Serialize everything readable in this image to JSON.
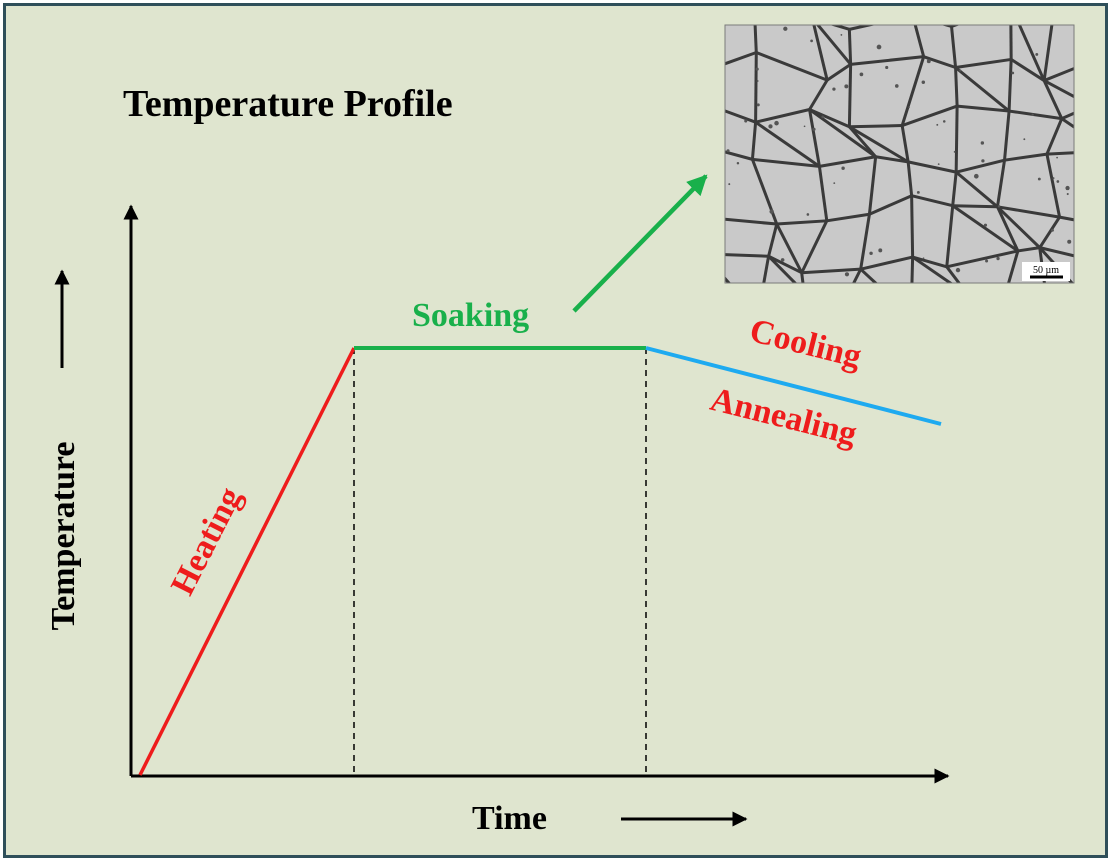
{
  "title": "Temperature Profile",
  "axes": {
    "x_label": "Time",
    "y_label": "Temperature"
  },
  "stages": {
    "heating": "Heating",
    "soaking": "Soaking",
    "cooling": "Cooling",
    "annealing": "Annealing"
  },
  "micrograph": {
    "scale_bar": "50 µm"
  },
  "colors": {
    "background": "#dfe5cf",
    "border": "#2f4f5a",
    "heating": "#ee1c1c",
    "soaking": "#19b04b",
    "cooling_line": "#1eaaf0",
    "cooling_text": "#ee1c1c",
    "axis": "#000000"
  }
}
